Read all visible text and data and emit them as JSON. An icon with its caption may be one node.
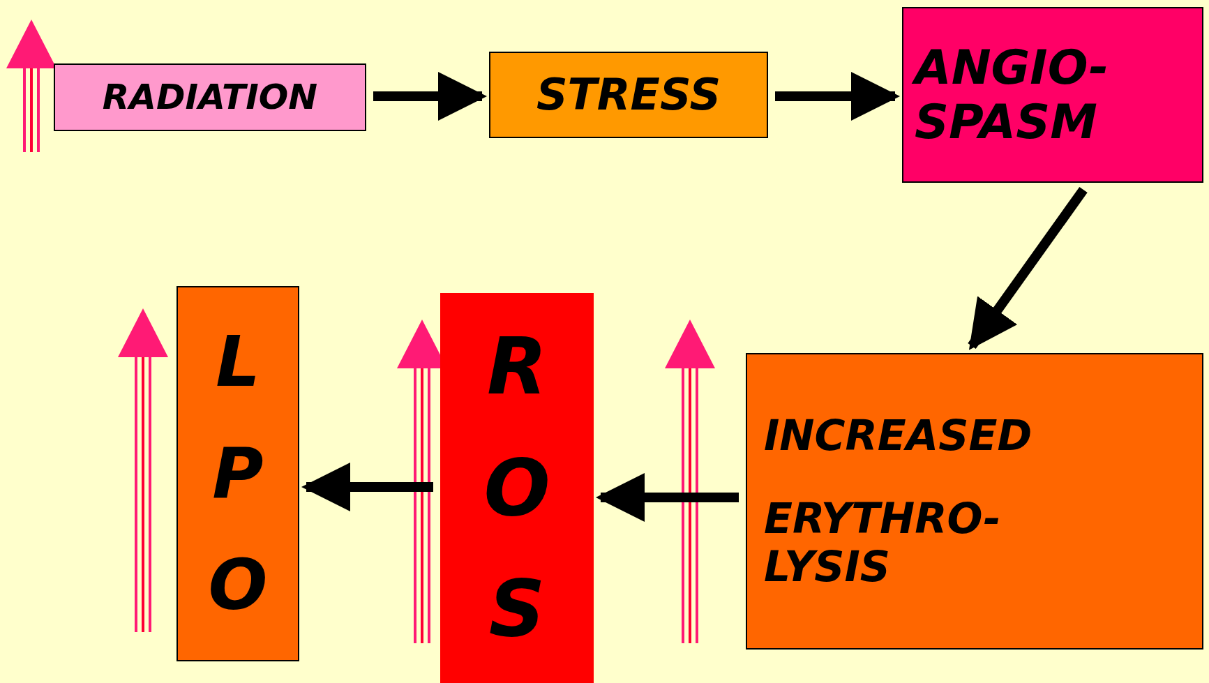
{
  "diagram": {
    "nodes": [
      {
        "text": [
          "RADIATION"
        ]
      },
      {
        "text": [
          "STRESS"
        ]
      },
      {
        "text": [
          "ANGIO- SPASM"
        ]
      },
      {
        "text": [
          "INCREASED",
          "ERYTHRO- LYSIS"
        ]
      },
      {
        "text": [
          "ROS"
        ]
      },
      {
        "text": [
          "LPO"
        ]
      }
    ],
    "edges": [
      {
        "from": 0,
        "to": 1,
        "arrow": "to"
      },
      {
        "from": 1,
        "to": 2,
        "arrow": "to"
      },
      {
        "from": 2,
        "to": 3,
        "arrow": "to"
      },
      {
        "from": 3,
        "to": 4,
        "arrow": "to"
      },
      {
        "from": 4,
        "to": 5,
        "arrow": "to"
      }
    ]
  }
}
